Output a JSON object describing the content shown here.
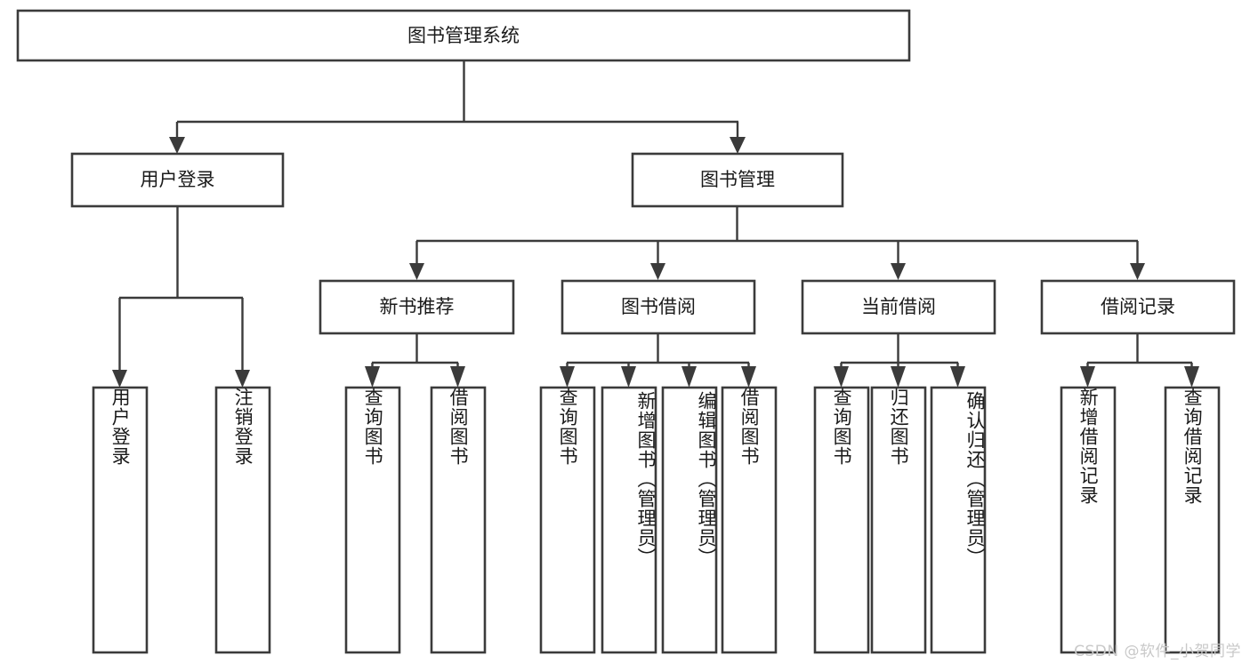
{
  "diagram": {
    "type": "tree",
    "title": "图书管理系统",
    "orientation": "top-down",
    "colors": {
      "background": "#ffffff",
      "box_stroke": "#3b3b3b",
      "box_fill": "#ffffff",
      "text": "#1a1a1a",
      "watermark": "#c9c9c9"
    },
    "root": {
      "label": "图书管理系统"
    },
    "level2": [
      {
        "label": "用户登录"
      },
      {
        "label": "图书管理"
      }
    ],
    "level3": [
      {
        "label": "新书推荐"
      },
      {
        "label": "图书借阅"
      },
      {
        "label": "当前借阅"
      },
      {
        "label": "借阅记录"
      }
    ],
    "leaves": {
      "user_login": [
        {
          "label": "用户登录"
        },
        {
          "label": "注销登录"
        }
      ],
      "new_book": [
        {
          "label": "查询图书"
        },
        {
          "label": "借阅图书"
        }
      ],
      "book_borrow": [
        {
          "label": "查询图书"
        },
        {
          "label": "新增图书（管理员）"
        },
        {
          "label": "编辑图书（管理员）"
        },
        {
          "label": "借阅图书"
        }
      ],
      "current_borrow": [
        {
          "label": "查询图书"
        },
        {
          "label": "归还图书"
        },
        {
          "label": "确认归还（管理员）"
        }
      ],
      "borrow_record": [
        {
          "label": "新增借阅记录"
        },
        {
          "label": "查询借阅记录"
        }
      ]
    }
  },
  "watermark": {
    "text": "CSDN @软件_小贺同学"
  }
}
